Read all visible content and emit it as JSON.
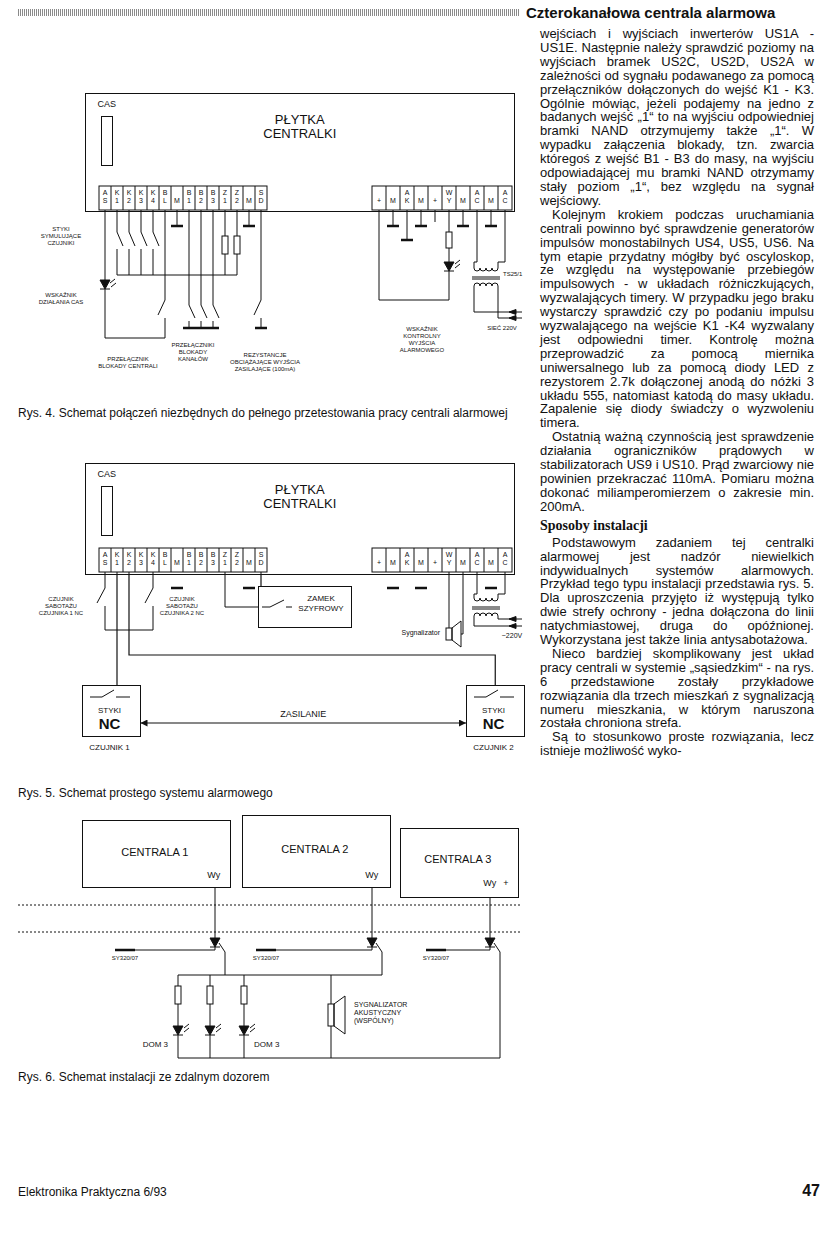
{
  "diagram": {
    "title": "Czterokanałowa centrala alarmowa",
    "nodes": [
      {
        "text": [
          "PŁYTKA CENTRALKI"
        ]
      },
      {
        "text": [
          "CAS"
        ],
        "in": 0
      },
      {
        "text": [
          "PŁYTKA CENTRALKI"
        ]
      },
      {
        "text": [
          "CAS"
        ],
        "in": 2
      },
      {
        "text": [
          "ZAMEK SZYFROWY"
        ]
      },
      {
        "text": [
          "STYKI",
          "NC",
          "CZUJNIK 1"
        ]
      },
      {
        "text": [
          "STYKI",
          "NC",
          "CZUJNIK 2"
        ]
      },
      {
        "text": [
          "CENTRALA 1",
          "Wy"
        ]
      },
      {
        "text": [
          "CENTRALA 2",
          "Wy"
        ]
      },
      {
        "text": [
          "CENTRALA 3",
          "Wy",
          "+"
        ]
      }
    ],
    "edges": [
      {
        "from": 2,
        "to": 4,
        "arrow": "none"
      },
      {
        "from": 2,
        "to": 5,
        "arrow": "none"
      },
      {
        "from": 2,
        "to": 6,
        "arrow": "none"
      },
      {
        "from": 5,
        "to": 6,
        "label": "ZASILANIE",
        "arrow": "both"
      }
    ],
    "labels": [
      "A S",
      "K 1",
      "K 2",
      "K 3",
      "K 4",
      "B L",
      "M",
      "B 1",
      "B 2",
      "B 3",
      "Z 1",
      "Z 2",
      "M",
      "S D",
      "+",
      "M",
      "A K",
      "M",
      "+",
      "W Y",
      "M",
      "A C",
      "M",
      "A C",
      "STYKI SYMULUJĄCE CZUJNIKI",
      "WSKAŹNIK DZIAŁANIA CAS",
      "PRZEŁĄCZNIK BLOKADY CENTRALI",
      "PRZEŁĄCZNIKI BLOKADY KANAŁÓW",
      "REZYSTANCJE OBCIĄŻAJĄCE WYJŚCIA ZASILAJĄCE (100mA)",
      "WSKAŹNIK KONTROLNY WYJŚCIA ALARMOWEGO",
      "TS25/1",
      "SIEĆ 220V",
      "Rys. 4. Schemat połączeń niezbędnych do pełnego przetestowania pracy centrali alarmowej",
      "A S",
      "K 1",
      "K 2",
      "K 3",
      "K 4",
      "B L",
      "M",
      "B 1",
      "B 2",
      "B 3",
      "Z 1",
      "Z 2",
      "M",
      "S D",
      "+",
      "M",
      "A K",
      "M",
      "+",
      "W Y",
      "M",
      "A C",
      "M",
      "A C",
      "CZUJNIK SABOTAŻU CZUJNIKA 1 NC",
      "CZUJNIK SABOTAŻU CZUJNIKA 2 NC",
      "Sygnalizator",
      "~220V",
      "Rys. 5. Schemat prostego systemu alarmowego",
      "SY320/07",
      "SY320/07",
      "SY320/07",
      "SYGNALIZATOR AKUSTYCZNY (WSPÓLNY)",
      "DOM 3",
      "DOM 3",
      "Rys. 6. Schemat instalacji ze zdalnym dozorem",
      "wejściach i wyjściach inwerterów US1A - US1E. Następnie należy sprawdzić poziomy na wyjściach bramek US2C, US2D, US2A w zależności od sygnału podawanego za pomocą przełączników dołączonych do wejść K1 - K3. Ogólnie mówiąc, jeżeli podajemy na jedno z badanych wejść „1“ to na wyjściu odpowiedniej bramki NAND otrzymujemy także „1“. W wypadku załączenia blokady, tzn. zwarcia któregoś z wejść B1 - B3 do masy, na wyjściu odpowiadającej mu bramki NAND otrzymamy stały poziom „1“, bez względu na sygnał wejściowy.",
      "Kolejnym krokiem podczas uruchamiania centrali powinno być sprawdzenie generatorów impulsów monostabilnych US4, US5, US6. Na tym etapie przydatny mógłby być oscyloskop, ze względu na występowanie przebiegów impulsowych - w układach różniczkujących, wyzwalających timery. W przypadku jego braku wystarczy sprawdzić czy po podaniu impulsu wyzwalającego na wejście K1 -K4 wyzwalany jest odpowiedni timer. Kontrolę można przeprowadzić za pomocą miernika uniwersalnego lub za pomocą diody LED z rezystorem 2.7k dołączonej anodą do nóżki 3 układu 555, natomiast katodą do masy układu. Zapalenie się diody świadczy o wyzwoleniu timera.",
      "Ostatnią ważną czynnością jest sprawdzenie działania ograniczników prądowych w stabilizatorach US9 i US10. Prąd zwarciowy nie powinien przekraczać 110mA. Pomiaru można dokonać miliamperomierzem o zakresie min. 200mA.",
      "Sposoby instalacji",
      "Podstawowym zadaniem tej centralki alarmowej jest nadzór niewielkich indywidualnych systemów alarmowych. Przykład tego typu instalacji przedstawia rys. 5. Dla uproszczenia przyjęto iż występują tylko dwie strefy ochrony - jedna dołączona do linii natychmiastowej, druga do opóźnionej. Wykorzystana jest także linia antysabotażowa.",
      "Nieco bardziej skomplikowany jest układ pracy centrali w systemie „sąsiedzkim“ - na rys. 6 przedstawione zostały przykładowe rozwiązania dla trzech mieszkań z sygnalizacją numeru mieszkania, w którym naruszona została chroniona strefa.",
      "Są to stosunkowo proste rozwiązania, lecz istnieje możliwość wyko-",
      "Elektronika Praktyczna 6/93",
      "47"
    ]
  }
}
